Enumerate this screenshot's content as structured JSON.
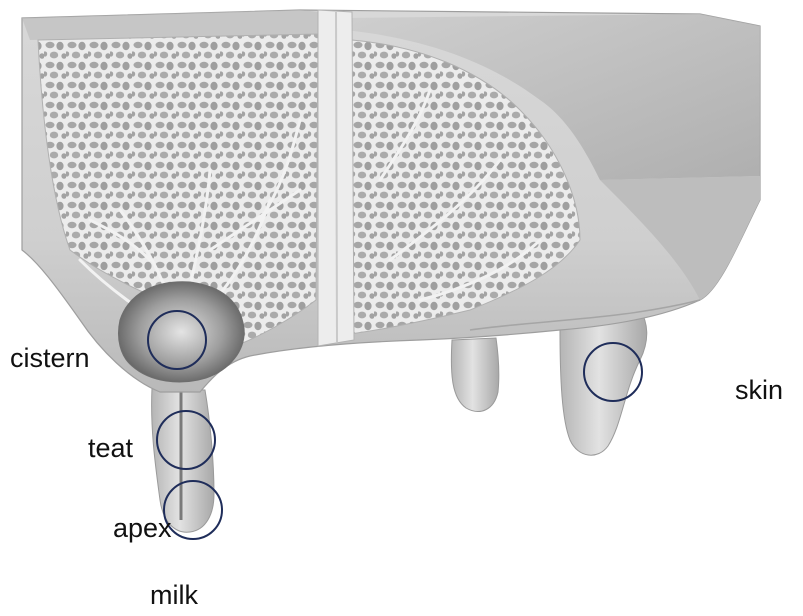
{
  "figure": {
    "subject": "cross-section illustration of an udder with teats",
    "labels": {
      "cistern": "cistern",
      "teat": "teat",
      "apex": "apex",
      "milk": "milk",
      "skin": "skin"
    },
    "marker_color": "#1f2d5a",
    "tissue_colors": {
      "light": "#e6e6e6",
      "mid": "#c9c9c9",
      "dark": "#8f8f8f",
      "lobule": "#a8a8a8"
    }
  }
}
